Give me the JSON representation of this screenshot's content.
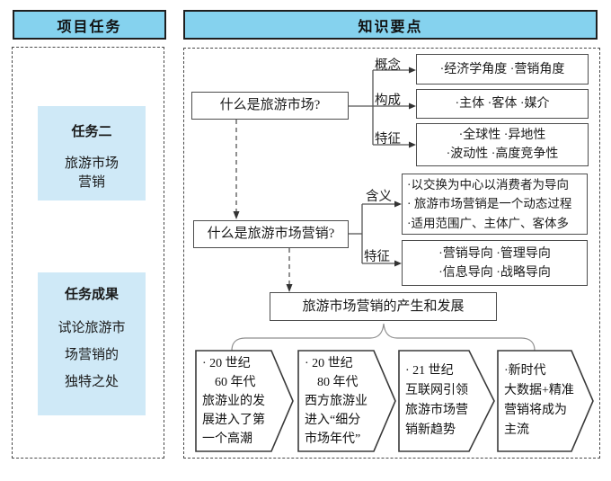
{
  "left_panel": {
    "header": "项目任务",
    "task_box": {
      "title": "任务二",
      "body": "旅游市场\n营销"
    },
    "result_box": {
      "title": "任务成果",
      "body": "试论旅游市\n场营销的\n独特之处"
    }
  },
  "right_panel": {
    "header": "知识要点",
    "market": {
      "question": "什么是旅游市场?",
      "branches": [
        {
          "label": "概念",
          "content": "·经济学角度 ·营销角度"
        },
        {
          "label": "构成",
          "content": "·主体 ·客体 ·媒介"
        },
        {
          "label": "特征",
          "content": "·全球性 ·异地性\n·波动性 ·高度竞争性"
        }
      ]
    },
    "marketing": {
      "question": "什么是旅游市场营销?",
      "branches": [
        {
          "label": "含义",
          "content": "·以交换为中心以消费者为导向\n· 旅游市场营销是一个动态过程\n·适用范围广、主体广、客体多"
        },
        {
          "label": "特征",
          "content": "·营销导向 ·管理导向\n·信息导向 ·战略导向"
        }
      ]
    },
    "development": {
      "title": "旅游市场营销的产生和发展",
      "timeline": [
        "· 20 世纪\n　60 年代\n旅游业的发\n展进入了第\n一个高潮",
        "· 20 世纪\n　80 年代\n西方旅游业\n进入“细分\n市场年代”",
        "· 21 世纪\n互联网引领\n旅游市场营\n销新趋势",
        "·新时代\n大数据+精准\n营销将成为\n主流"
      ]
    }
  },
  "colors": {
    "header_fill": "#85d2ee",
    "task_fill": "#cfe9f7",
    "line": "#4d4d4d",
    "chevron_border": "#3a3a3a"
  }
}
